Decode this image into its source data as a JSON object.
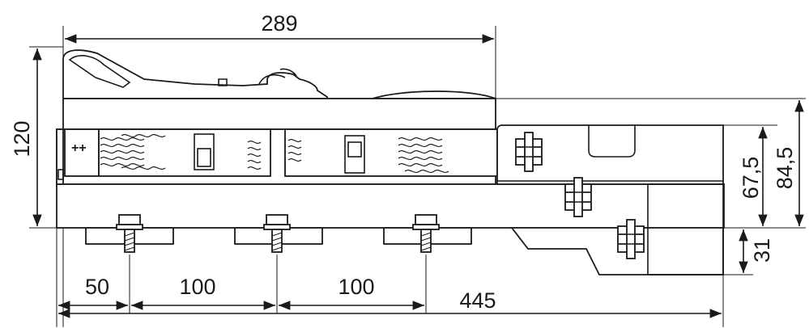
{
  "dimensions": {
    "top_width": "289",
    "height_left": "120",
    "height_right_inner": "67,5",
    "height_right_outer": "84,5",
    "offset_right": "31",
    "pitch_first": "50",
    "pitch_second": "100",
    "pitch_third": "100",
    "total_length": "445"
  },
  "terminal_marks": "++"
}
